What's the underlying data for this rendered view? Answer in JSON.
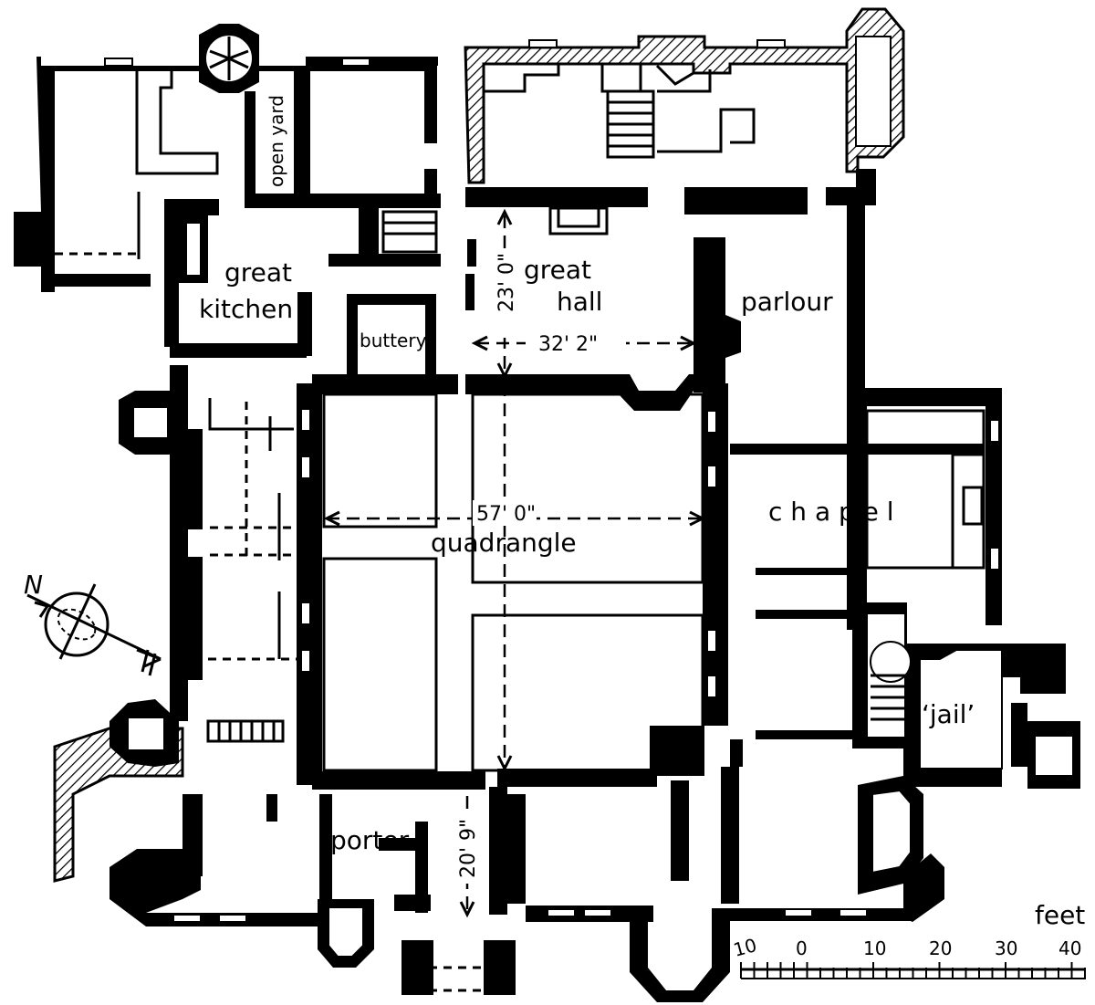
{
  "rooms": {
    "open_yard": "open yard",
    "great_kitchen_1": "great",
    "great_kitchen_2": "kitchen",
    "great_hall_1": "great",
    "great_hall_2": "hall",
    "parlour": "parlour",
    "buttery": "buttery",
    "chapel": "c h a p e l",
    "quadrangle": "quadrangle",
    "jail": "‘jail’",
    "porter": "porter"
  },
  "dimensions": {
    "hall_depth": "23' 0\"",
    "hall_width": "32' 2\"",
    "quad_width": "57' 0\"",
    "gate_depth": "20' 9\""
  },
  "compass": {
    "label": "N",
    "icon": "north-arrow-icon"
  },
  "scale": {
    "unit": "feet",
    "ticks": [
      "10",
      "0",
      "10",
      "20",
      "30",
      "40"
    ]
  }
}
